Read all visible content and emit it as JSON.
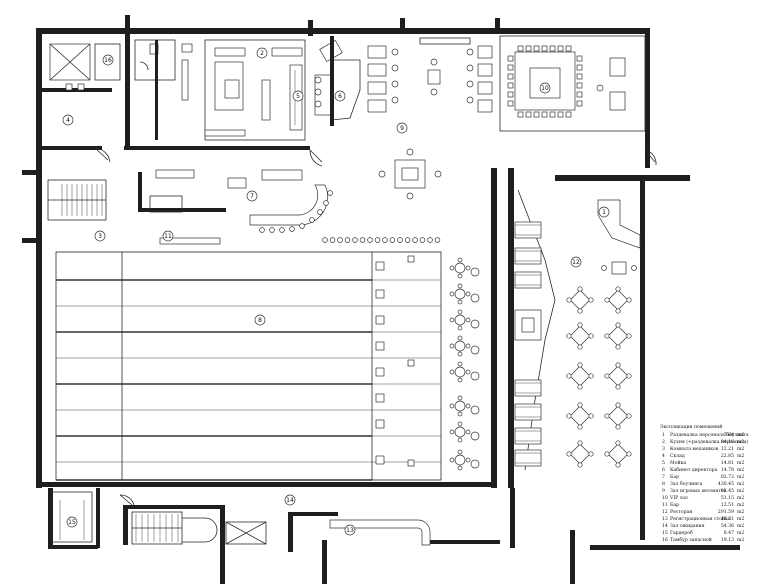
{
  "legend": {
    "title": "Экспликация помещений",
    "rows": [
      {
        "n": "1",
        "name": "Раздевалка персонала боулинга",
        "area": "7.64",
        "unit": "m2"
      },
      {
        "n": "2",
        "name": "Кухня (+раздевалка персонала)",
        "area": "84.16",
        "unit": "m2"
      },
      {
        "n": "3",
        "name": "Комната механиков",
        "area": "12.21",
        "unit": "m2"
      },
      {
        "n": "4",
        "name": "Склад",
        "area": "22.85",
        "unit": "m2"
      },
      {
        "n": "5",
        "name": "Мойка",
        "area": "14.81",
        "unit": "m2"
      },
      {
        "n": "6",
        "name": "Кабинет директора",
        "area": "14.78",
        "unit": "m2"
      },
      {
        "n": "7",
        "name": "Бар",
        "area": "82.72",
        "unit": "m2"
      },
      {
        "n": "8",
        "name": "Зал боулинга",
        "area": "430.45",
        "unit": "m2"
      },
      {
        "n": "9",
        "name": "Зал игровых автоматов",
        "area": "92.45",
        "unit": "m2"
      },
      {
        "n": "10",
        "name": "VIP зал",
        "area": "51.15",
        "unit": "m2"
      },
      {
        "n": "11",
        "name": "Бар",
        "area": "12.51",
        "unit": "m2"
      },
      {
        "n": "12",
        "name": "Ресторан",
        "area": "291.59",
        "unit": "m2"
      },
      {
        "n": "13",
        "name": "Регистрационная стойка",
        "area": "16.31",
        "unit": "m2"
      },
      {
        "n": "14",
        "name": "Зал ожидания",
        "area": "54.36",
        "unit": "m2"
      },
      {
        "n": "15",
        "name": "Гардероб",
        "area": "8.47",
        "unit": "m2"
      },
      {
        "n": "16",
        "name": "Тамбур запасной",
        "area": "19.13",
        "unit": "m2"
      }
    ]
  },
  "room_markers": [
    {
      "id": "m1",
      "label": "1"
    },
    {
      "id": "m2",
      "label": "2"
    },
    {
      "id": "m3",
      "label": "3"
    },
    {
      "id": "m4",
      "label": "4"
    },
    {
      "id": "m5",
      "label": "5"
    },
    {
      "id": "m6",
      "label": "6"
    },
    {
      "id": "m7",
      "label": "7"
    },
    {
      "id": "m8",
      "label": "8"
    },
    {
      "id": "m9",
      "label": "9"
    },
    {
      "id": "m10",
      "label": "10"
    },
    {
      "id": "m11",
      "label": "11"
    },
    {
      "id": "m12",
      "label": "12"
    },
    {
      "id": "m13",
      "label": "13"
    },
    {
      "id": "m14",
      "label": "14"
    },
    {
      "id": "m15",
      "label": "15"
    },
    {
      "id": "m16",
      "label": "16"
    }
  ],
  "colors": {
    "line": "#2a2a2a",
    "paper": "#ffffff"
  }
}
